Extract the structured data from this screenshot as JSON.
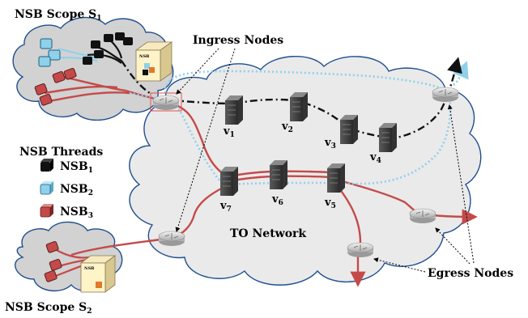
{
  "scopes": {
    "s1": {
      "label": "NSB Scope S",
      "sub": "1",
      "box_label": "NSB"
    },
    "s2": {
      "label": "NSB Scope S",
      "sub": "2",
      "box_label": "NSB"
    }
  },
  "legend": {
    "title": "NSB Threads",
    "items": [
      {
        "label": "NSB",
        "sub": "1",
        "color": "#111111"
      },
      {
        "label": "NSB",
        "sub": "2",
        "color": "#8fd0ea"
      },
      {
        "label": "NSB",
        "sub": "3",
        "color": "#c44a4a"
      }
    ]
  },
  "network": {
    "label": "TO Network"
  },
  "callouts": {
    "ingress": "Ingress Nodes",
    "egress": "Egress Nodes"
  },
  "servers": [
    {
      "label": "v",
      "sub": "1"
    },
    {
      "label": "v",
      "sub": "2"
    },
    {
      "label": "v",
      "sub": "3"
    },
    {
      "label": "v",
      "sub": "4"
    },
    {
      "label": "v",
      "sub": "5"
    },
    {
      "label": "v",
      "sub": "6"
    },
    {
      "label": "v",
      "sub": "7"
    }
  ],
  "colors": {
    "cloud_fill": "#eaeaea",
    "cloud_stroke": "#1f4f8f",
    "scope_fill": "#d2d2d2",
    "red_path": "#c44a4a",
    "blue_path": "#8fd0ea",
    "black_path": "#111111"
  }
}
